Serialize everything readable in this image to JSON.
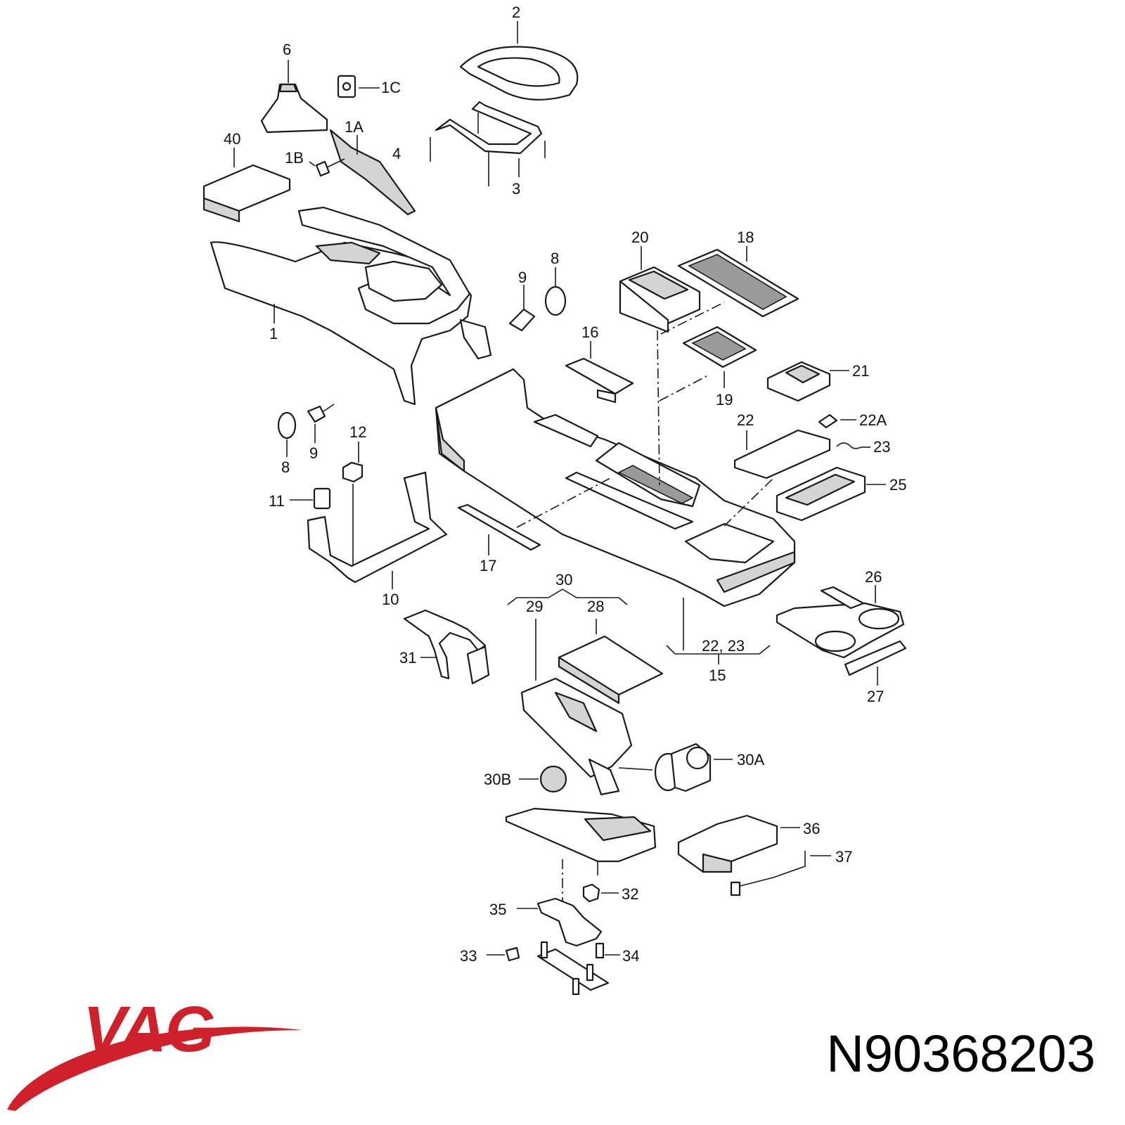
{
  "callouts": {
    "c2": "2",
    "c6": "6",
    "c1C": "1C",
    "c1A": "1A",
    "c40": "40",
    "c1B": "1B",
    "c4": "4",
    "c3": "3",
    "c1": "1",
    "c9a": "9",
    "c8a": "8",
    "c20": "20",
    "c18": "18",
    "c16": "16",
    "c21": "21",
    "c19": "19",
    "c12": "12",
    "c8b": "8",
    "c9b": "9",
    "c22": "22",
    "c22A": "22A",
    "c23": "23",
    "c25": "25",
    "c11": "11",
    "c17": "17",
    "c10": "10",
    "c30": "30",
    "c29": "29",
    "c28": "28",
    "c26": "26",
    "c31": "31",
    "c22_23": "22,  23",
    "c15": "15",
    "c27": "27",
    "c30A": "30A",
    "c30B": "30B",
    "c36": "36",
    "c37": "37",
    "c32": "32",
    "c35": "35",
    "c33": "33",
    "c34": "34"
  },
  "brand": {
    "name": "VAG",
    "color": "#d0202a"
  },
  "part_number": "N90368203"
}
